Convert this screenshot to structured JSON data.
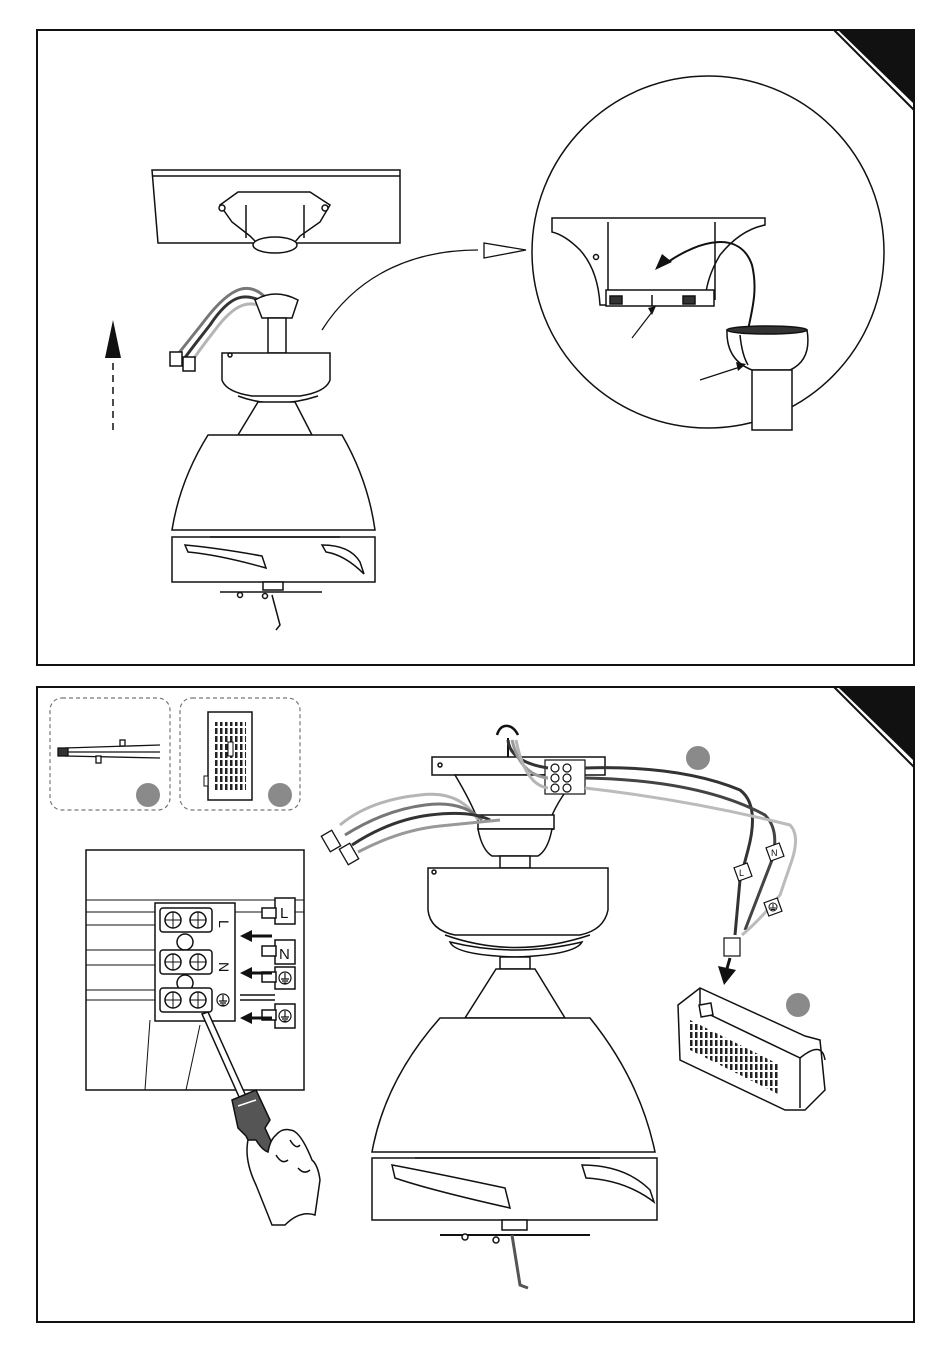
{
  "colors": {
    "line": "#111111",
    "wire_dark": "#3a3a3a",
    "wire_mid": "#777777",
    "wire_light": "#b5b5b5",
    "badge": "#8a8a8a",
    "corner": "#111111"
  },
  "icons": {
    "terminal_earth": "earth-ground-icon"
  },
  "terminal": {
    "live": "L",
    "neutral": "N"
  },
  "tags": {
    "live": "L",
    "neutral": "N"
  }
}
